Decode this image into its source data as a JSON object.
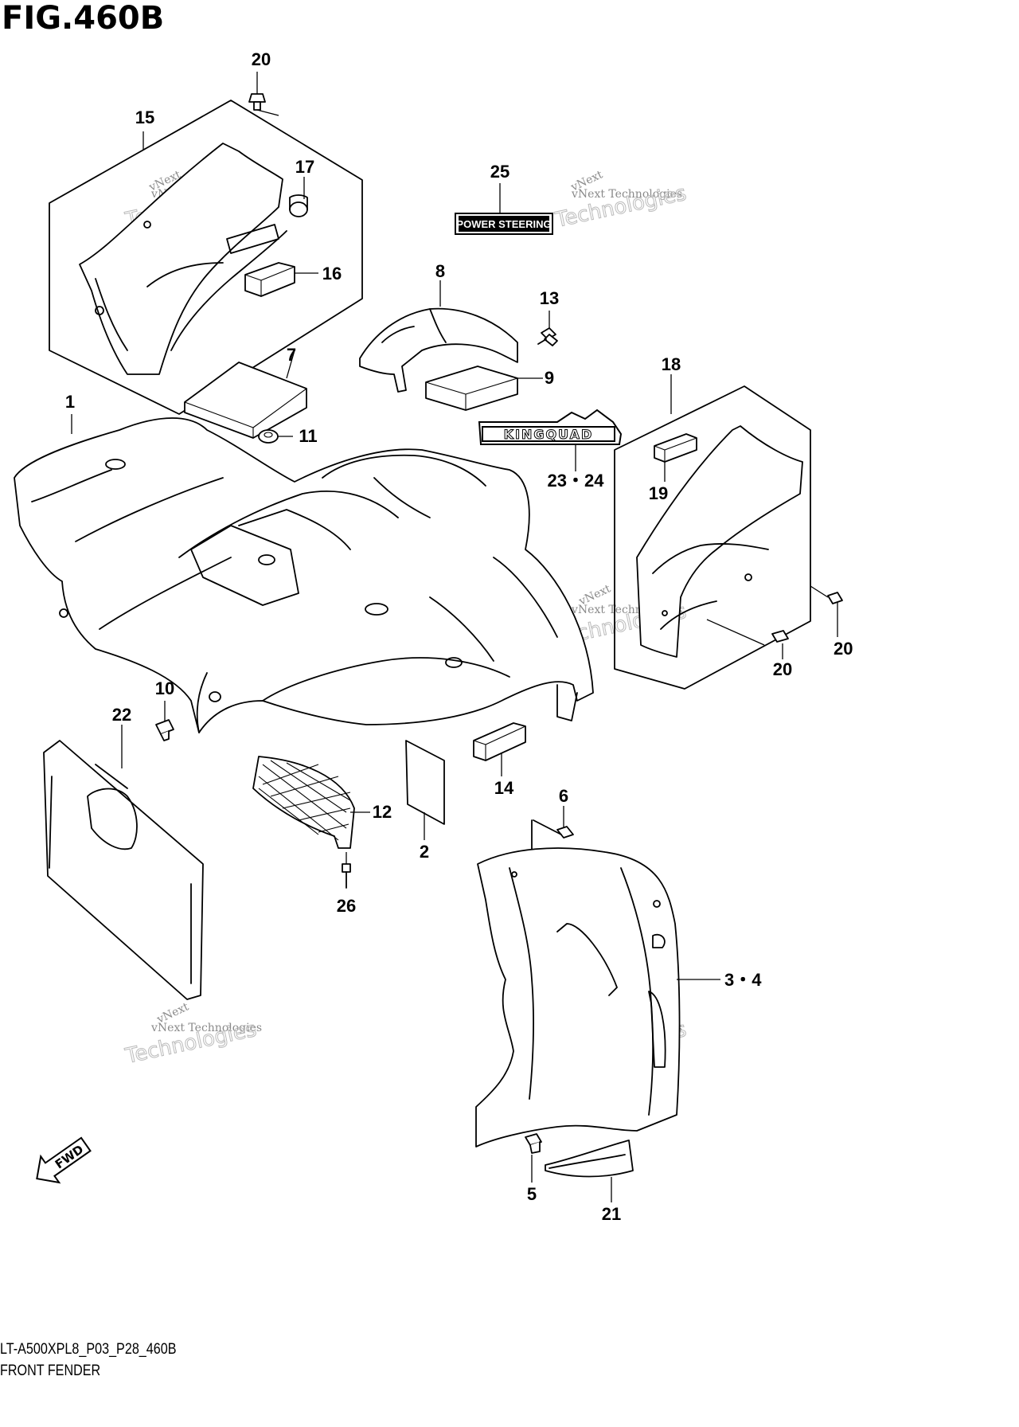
{
  "figure": {
    "title": "FIG.460B",
    "drawing_code": "LT-A500XPL8_P03_P28_460B",
    "caption": "FRONT FENDER"
  },
  "decals": {
    "power_steering": "POWER STEERING",
    "kingquad": "KINGQUAD"
  },
  "direction_marker": "FWD",
  "watermark": {
    "line1": "vNext",
    "line2": "vNext Technologies",
    "line3": "Technologies"
  },
  "callouts": {
    "c1": "1",
    "c2": "2",
    "c34": "3・4",
    "c5": "5",
    "c6": "6",
    "c7": "7",
    "c8": "8",
    "c9": "9",
    "c10": "10",
    "c11": "11",
    "c12": "12",
    "c13": "13",
    "c14": "14",
    "c15": "15",
    "c16": "16",
    "c17": "17",
    "c18": "18",
    "c19": "19",
    "c20a": "20",
    "c20b": "20",
    "c20c": "20",
    "c21": "21",
    "c22": "22",
    "c2324": "23・24",
    "c25": "25",
    "c26": "26"
  }
}
